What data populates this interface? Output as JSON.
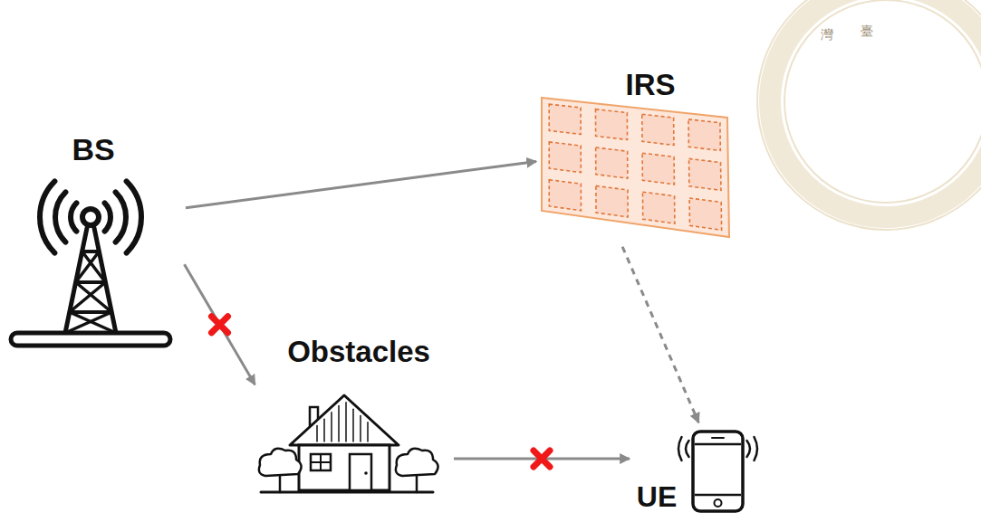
{
  "diagram": {
    "nodes": [
      {
        "text": [
          "BS"
        ]
      },
      {
        "text": [
          "IRS"
        ]
      },
      {
        "text": [
          "Obstacles"
        ]
      },
      {
        "text": [
          "UE"
        ]
      }
    ],
    "edges": [
      {
        "from": 0,
        "to": 1,
        "arrow": "to"
      },
      {
        "from": 0,
        "to": 2,
        "arrow": "to"
      },
      {
        "from": 2,
        "to": 3,
        "arrow": "to"
      },
      {
        "from": 1,
        "to": 3,
        "arrow": "to"
      }
    ],
    "labels": [
      "灣",
      "臺"
    ]
  }
}
